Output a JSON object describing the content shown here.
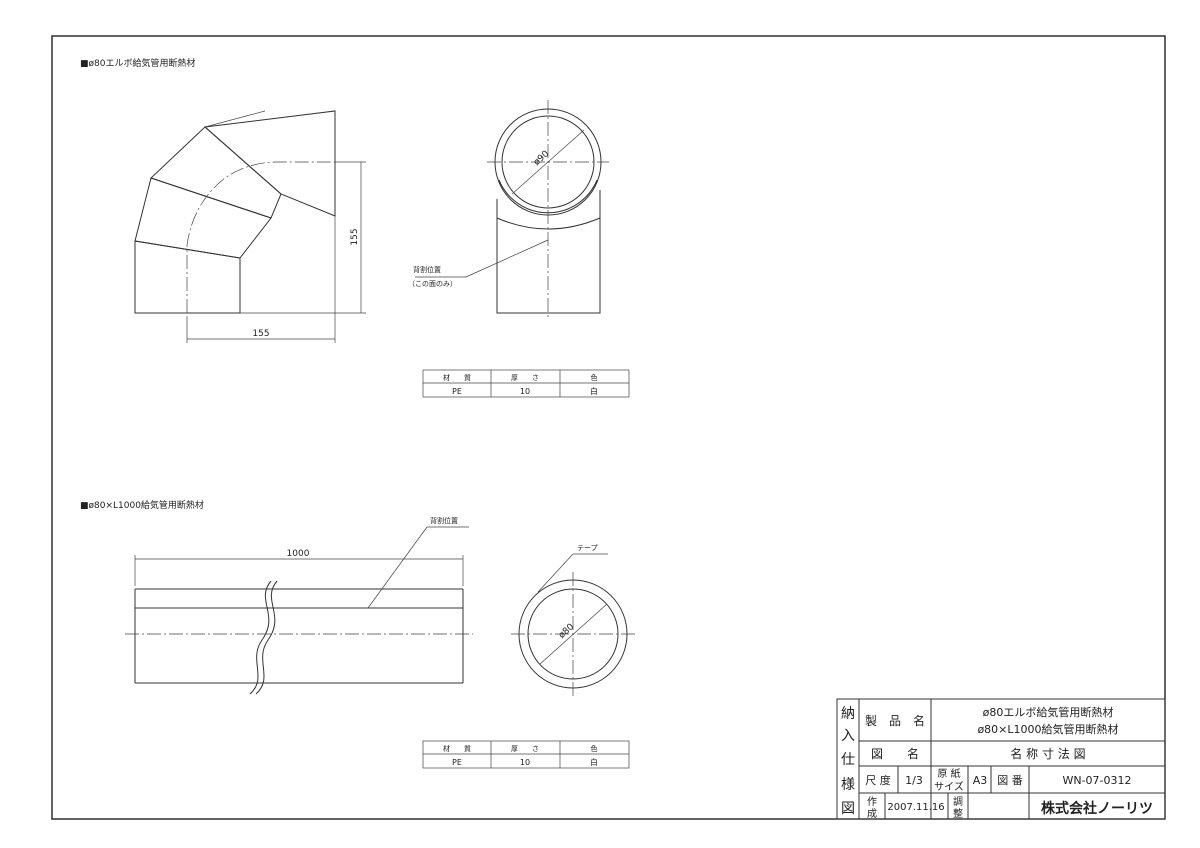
{
  "section1": {
    "title": "■ø80エルボ給気管用断熱材",
    "dim_height": "155",
    "dim_width": "155",
    "dia_label": "ø90",
    "note_line1": "背割位置",
    "note_line2": "（この面のみ）",
    "table": {
      "headers": [
        "材　　質",
        "厚　　さ",
        "色"
      ],
      "values": [
        "PE",
        "10",
        "白"
      ]
    }
  },
  "section2": {
    "title": "■ø80×L1000給気管用断熱材",
    "dim_length": "1000",
    "note_label": "背割位置",
    "tape_label": "テープ",
    "dia_label": "ø80",
    "table": {
      "headers": [
        "材　　質",
        "厚　　さ",
        "色"
      ],
      "values": [
        "PE",
        "10",
        "白"
      ]
    }
  },
  "title_block": {
    "side_chars": [
      "納",
      "入",
      "仕",
      "様",
      "図"
    ],
    "product_label": "製　品　名",
    "product_line1": "ø80エルボ給気管用断熱材",
    "product_line2": "ø80×L1000給気管用断熱材",
    "drawing_label": "図　　名",
    "drawing_name": "名 称 寸 法 図",
    "scale_label": "尺 度",
    "scale_value": "1/3",
    "paper_label_1": "原 紙",
    "paper_label_2": "サイズ",
    "paper_value": "A3",
    "number_label": "図 番",
    "number_value": "WN-07-0312",
    "made_label_1": "作",
    "made_label_2": "成",
    "made_date": "2007.11.16",
    "adjust_label_1": "調",
    "adjust_label_2": "整",
    "company": "株式会社ノーリツ"
  }
}
